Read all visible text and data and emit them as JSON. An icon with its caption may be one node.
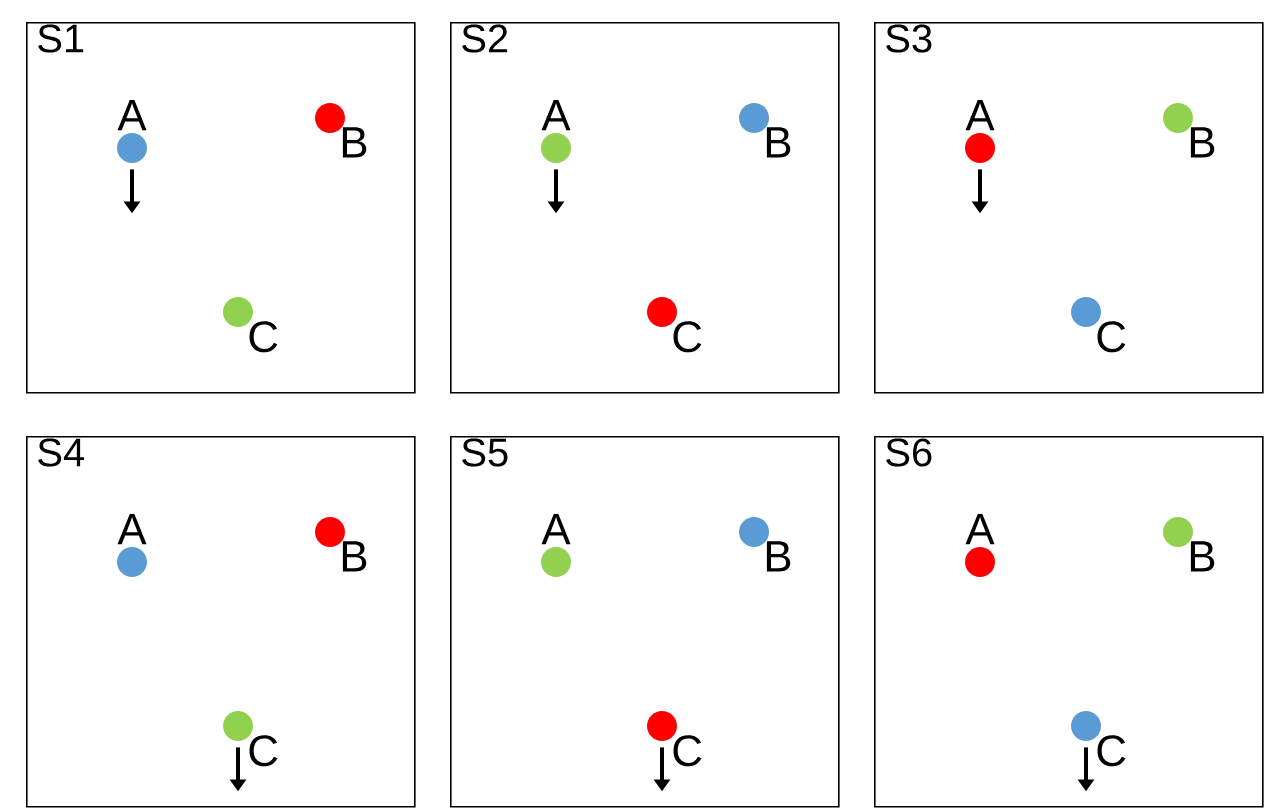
{
  "diagram": {
    "nodes": [
      {
        "text": [
          "S1"
        ]
      },
      {
        "text": [],
        "shape": "circle",
        "beside": [
          "A"
        ],
        "in": 0
      },
      {
        "text": [],
        "shape": "circle",
        "beside": [
          "B"
        ],
        "in": 0
      },
      {
        "text": [],
        "shape": "circle",
        "beside": [
          "C"
        ],
        "in": 0
      },
      {
        "text": [
          "S2"
        ]
      },
      {
        "text": [],
        "shape": "circle",
        "beside": [
          "A"
        ],
        "in": 4
      },
      {
        "text": [],
        "shape": "circle",
        "beside": [
          "B"
        ],
        "in": 4
      },
      {
        "text": [],
        "shape": "circle",
        "beside": [
          "C"
        ],
        "in": 4
      },
      {
        "text": [
          "S3"
        ]
      },
      {
        "text": [],
        "shape": "circle",
        "beside": [
          "A"
        ],
        "in": 8
      },
      {
        "text": [],
        "shape": "circle",
        "beside": [
          "B"
        ],
        "in": 8
      },
      {
        "text": [],
        "shape": "circle",
        "beside": [
          "C"
        ],
        "in": 8
      },
      {
        "text": [
          "S4"
        ]
      },
      {
        "text": [],
        "shape": "circle",
        "beside": [
          "A"
        ],
        "in": 12
      },
      {
        "text": [],
        "shape": "circle",
        "beside": [
          "B"
        ],
        "in": 12
      },
      {
        "text": [],
        "shape": "circle",
        "beside": [
          "C"
        ],
        "in": 12
      },
      {
        "text": [
          "S5"
        ]
      },
      {
        "text": [],
        "shape": "circle",
        "beside": [
          "A"
        ],
        "in": 16
      },
      {
        "text": [],
        "shape": "circle",
        "beside": [
          "B"
        ],
        "in": 16
      },
      {
        "text": [],
        "shape": "circle",
        "beside": [
          "C"
        ],
        "in": 16
      },
      {
        "text": [
          "S6"
        ]
      },
      {
        "text": [],
        "shape": "circle",
        "beside": [
          "A"
        ],
        "in": 20
      },
      {
        "text": [],
        "shape": "circle",
        "beside": [
          "B"
        ],
        "in": 20
      },
      {
        "text": [],
        "shape": "circle",
        "beside": [
          "C"
        ],
        "in": 20
      }
    ],
    "edges": [
      {
        "from": 1,
        "to": null,
        "arrow": "to"
      },
      {
        "from": 5,
        "to": null,
        "arrow": "to"
      },
      {
        "from": 9,
        "to": null,
        "arrow": "to"
      },
      {
        "from": 15,
        "to": null,
        "arrow": "to"
      },
      {
        "from": 19,
        "to": null,
        "arrow": "to"
      },
      {
        "from": 23,
        "to": null,
        "arrow": "to"
      }
    ]
  }
}
